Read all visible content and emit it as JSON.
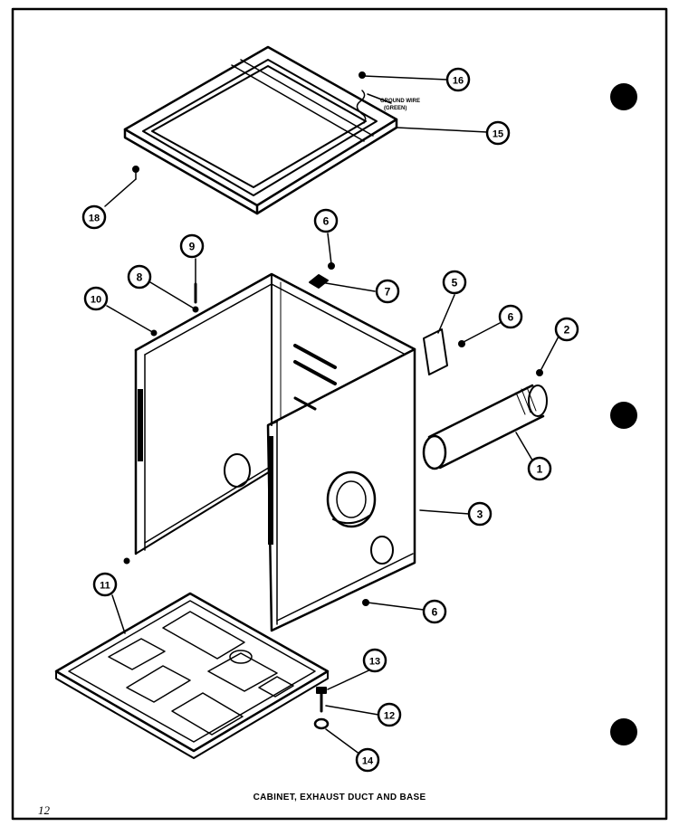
{
  "caption": "CABINET, EXHAUST DUCT AND BASE",
  "page_number": "12",
  "ground_wire_note": [
    "GROUND WIRE",
    "(GREEN)"
  ],
  "callouts": [
    {
      "id": "16",
      "label": "16"
    },
    {
      "id": "15",
      "label": "15"
    },
    {
      "id": "18",
      "label": "18"
    },
    {
      "id": "9",
      "label": "9"
    },
    {
      "id": "8",
      "label": "8"
    },
    {
      "id": "10",
      "label": "10"
    },
    {
      "id": "6-top",
      "label": "6"
    },
    {
      "id": "7",
      "label": "7"
    },
    {
      "id": "5",
      "label": "5"
    },
    {
      "id": "6-right",
      "label": "6"
    },
    {
      "id": "2",
      "label": "2"
    },
    {
      "id": "1",
      "label": "1"
    },
    {
      "id": "3",
      "label": "3"
    },
    {
      "id": "6-bottom",
      "label": "6"
    },
    {
      "id": "11",
      "label": "11"
    },
    {
      "id": "13",
      "label": "13"
    },
    {
      "id": "12",
      "label": "12"
    },
    {
      "id": "14",
      "label": "14"
    }
  ],
  "colors": {
    "ink": "#000000",
    "paper": "#ffffff"
  }
}
